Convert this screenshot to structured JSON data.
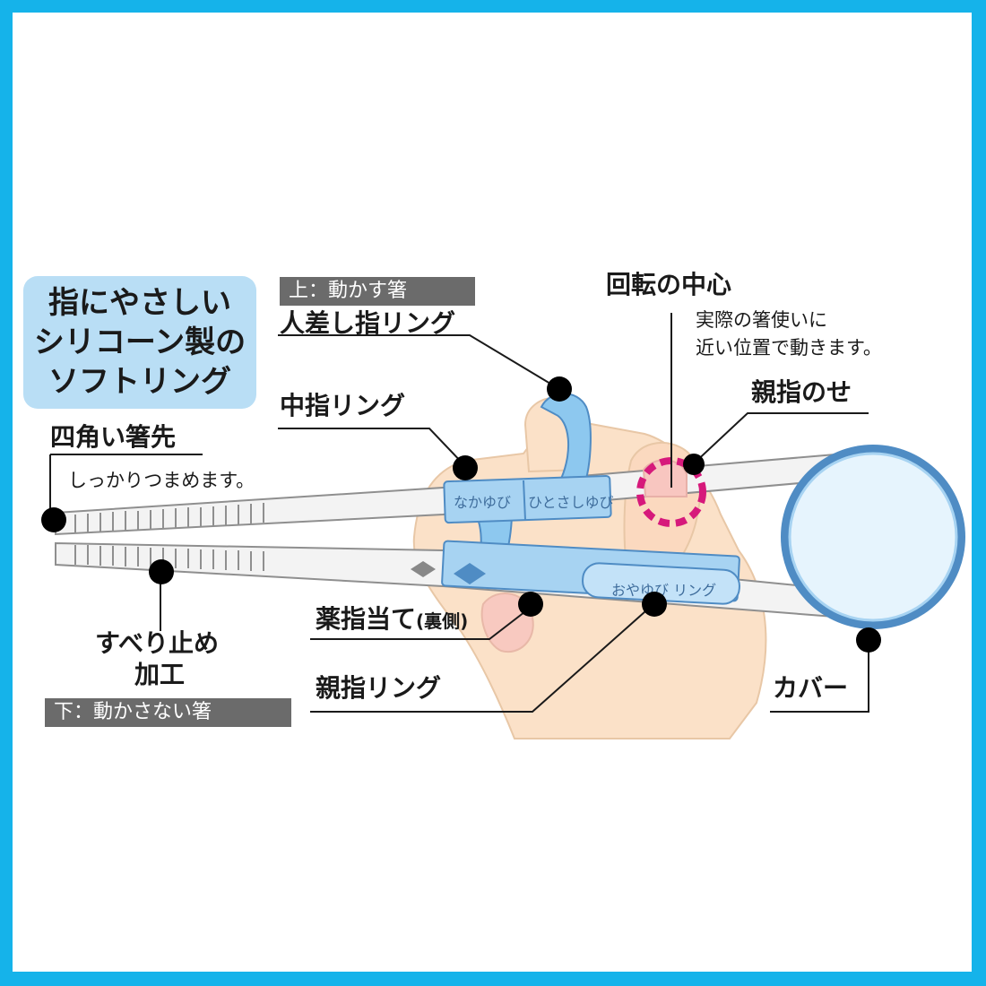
{
  "badge": {
    "lines": [
      "指にやさしい",
      "シリコーン製の",
      "ソフトリング"
    ]
  },
  "upper_tag": "上：動かす箸",
  "lower_tag": "下：動かさない箸",
  "labels": {
    "square_tip": "四角い箸先",
    "square_tip_note": "しっかりつまめます。",
    "index_ring": "人差し指リング",
    "middle_ring": "中指リング",
    "rotation_center": "回転の中心",
    "rotation_note_1": "実際の箸使いに",
    "rotation_note_2": "近い位置で動きます。",
    "thumb_rest": "親指のせ",
    "ring_finger_rest": "薬指当て",
    "ring_finger_rest_note": "(裏側)",
    "non_slip_1": "すべり止め",
    "non_slip_2": "加工",
    "thumb_ring": "親指リング",
    "cover": "カバー"
  },
  "ring_texts": {
    "middle": "なかゆび",
    "index": "ひとさしゆび",
    "thumb": "おやゆび リング"
  },
  "colors": {
    "frame": "#15b3ea",
    "badge": "#b9def5",
    "ring": "#8dc8ef",
    "skin": "#fbe1c8",
    "chopstick": "#f3f3f3",
    "pivot": "#d6197b"
  }
}
